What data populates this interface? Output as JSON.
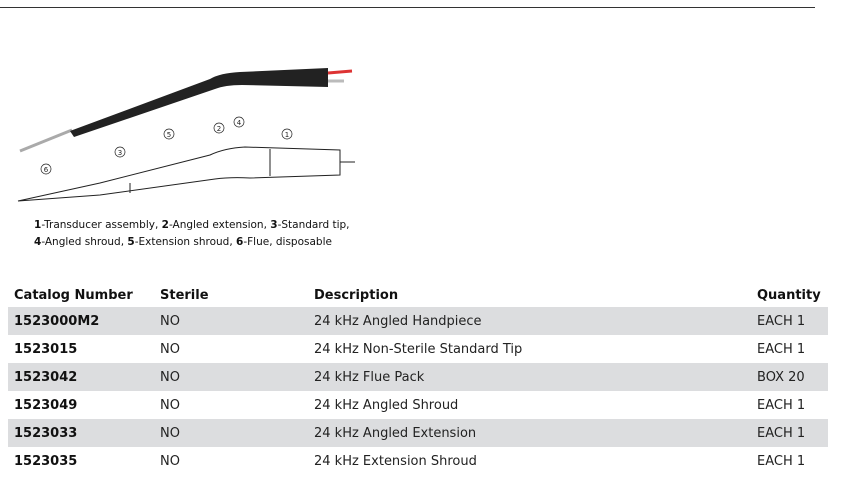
{
  "figure": {
    "callouts": [
      "1",
      "2",
      "3",
      "4",
      "5",
      "6"
    ],
    "caption_line1": [
      {
        "num": "1",
        "text": "-Transducer assembly, "
      },
      {
        "num": "2",
        "text": "-Angled extension, "
      },
      {
        "num": "3",
        "text": "-Standard tip,"
      }
    ],
    "caption_line2": [
      {
        "num": "4",
        "text": "-Angled shroud, "
      },
      {
        "num": "5",
        "text": "-Extension shroud, "
      },
      {
        "num": "6",
        "text": "-Flue, disposable"
      }
    ]
  },
  "table": {
    "headers": [
      "Catalog Number",
      "Sterile",
      "Description",
      "Quantity"
    ],
    "rows": [
      [
        "1523000M2",
        "NO",
        "24 kHz Angled Handpiece",
        "EACH 1"
      ],
      [
        "1523015",
        "NO",
        "24 kHz Non-Sterile Standard Tip",
        "EACH 1"
      ],
      [
        "1523042",
        "NO",
        "24 kHz Flue Pack",
        "BOX 20"
      ],
      [
        "1523049",
        "NO",
        "24 kHz Angled Shroud",
        "EACH 1"
      ],
      [
        "1523033",
        "NO",
        "24 kHz Angled Extension",
        "EACH 1"
      ],
      [
        "1523035",
        "NO",
        "24 kHz Extension Shroud",
        "EACH 1"
      ]
    ]
  }
}
